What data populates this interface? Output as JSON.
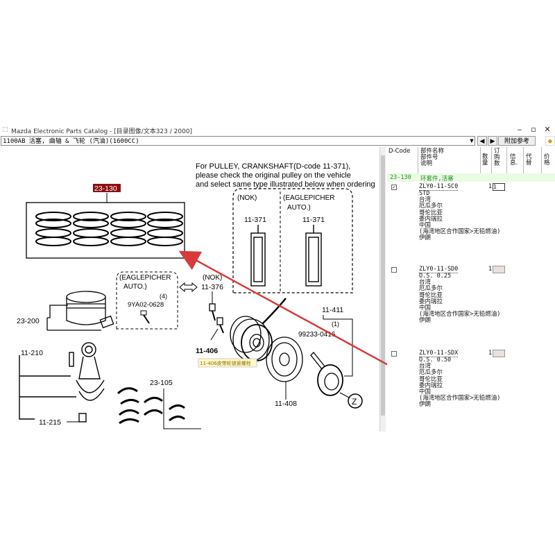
{
  "window": {
    "title": "Mazda Electronic Parts Catalog - [目录图像/文本323 / 2000]",
    "min_glyph": "‒",
    "max_glyph": "▫",
    "close_glyph": "✕"
  },
  "toolbar": {
    "model_value": "1100AB  活塞, 曲轴 & 飞轮 (汽油)(1600CC)",
    "dropdown_glyph": "▼",
    "prev_glyph": "◀",
    "next_glyph": "▶",
    "add_ref_label": "附加参考",
    "diamond_glyph": "◆"
  },
  "diagram": {
    "note_line1": "For PULLEY, CRANKSHAFT(D-code 11-371),",
    "note_line2": "please check the original pulley on the vehicle",
    "note_line3": "and select same type illustrated below when ordering",
    "ring_set_code": "23-130",
    "nok_label": "(NOK)",
    "nok_code": "11-371",
    "eagle_label_1": "(EAGLEPICHER",
    "eagle_label_2": "AUTO.)",
    "eagle_code": "11-371",
    "eagle_bolt_label_1": "(EAGLEPICHER",
    "eagle_bolt_label_2": "AUTO.)",
    "eagle_bolt_qty": "(4)",
    "eagle_bolt_code": "9YA02-0628",
    "nok_bolt_label": "(NOK)",
    "nok_bolt_code": "11-376",
    "piston_code": "23-200",
    "conrod_code": "11-210",
    "conrod_nut_code": "11-215",
    "bearing_code": "23-105",
    "pulley_bolt_code": "11-406",
    "pulley_code": "11-408",
    "key_code": "11-411",
    "key_qty": "(1)",
    "key_part": "99233-0416",
    "zoom_marker": "Z",
    "tooltip": "11-406皮带轮锁紧螺栓"
  },
  "partlist": {
    "headers": {
      "dcode": "D-Code",
      "name": "部件名称\n部件号\n说明",
      "qty": "数\n量",
      "order_qty": "订\n购\n数",
      "info": "信\n息.",
      "substitute": "代\n替",
      "price": "价格"
    },
    "group": {
      "code": "23-130",
      "name": "环套件,活塞"
    },
    "parts": [
      {
        "checked": "✓",
        "part_no": "ZLY0-11-SC0",
        "qty": "1",
        "order": "1",
        "desc": [
          "STD",
          "台湾",
          "厄瓜多尔",
          "哥伦比亚",
          "委内瑞拉",
          "中国",
          "(海湾地区合作国家>无铅燃油)",
          "伊朗"
        ]
      },
      {
        "checked": "",
        "part_no": "ZLY0-11-SD0",
        "qty": "1",
        "order": "",
        "desc": [
          "O.S. 0.25",
          "台湾",
          "厄瓜多尔",
          "哥伦比亚",
          "委内瑞拉",
          "中国",
          "(海湾地区合作国家>无铅燃油)",
          "伊朗"
        ]
      },
      {
        "checked": "",
        "part_no": "ZLY0-11-SDX",
        "qty": "1",
        "order": "",
        "desc": [
          "O.S. 0.50",
          "台湾",
          "厄瓜多尔",
          "哥伦比亚",
          "委内瑞拉",
          "中国",
          "(海湾地区合作国家>无铅燃油)",
          "伊朗"
        ]
      }
    ]
  },
  "colors": {
    "arrow": "#d83a3a",
    "group_text": "#228b22",
    "highlight": "#b00000",
    "tooltip_bg": "#fff8c8"
  }
}
